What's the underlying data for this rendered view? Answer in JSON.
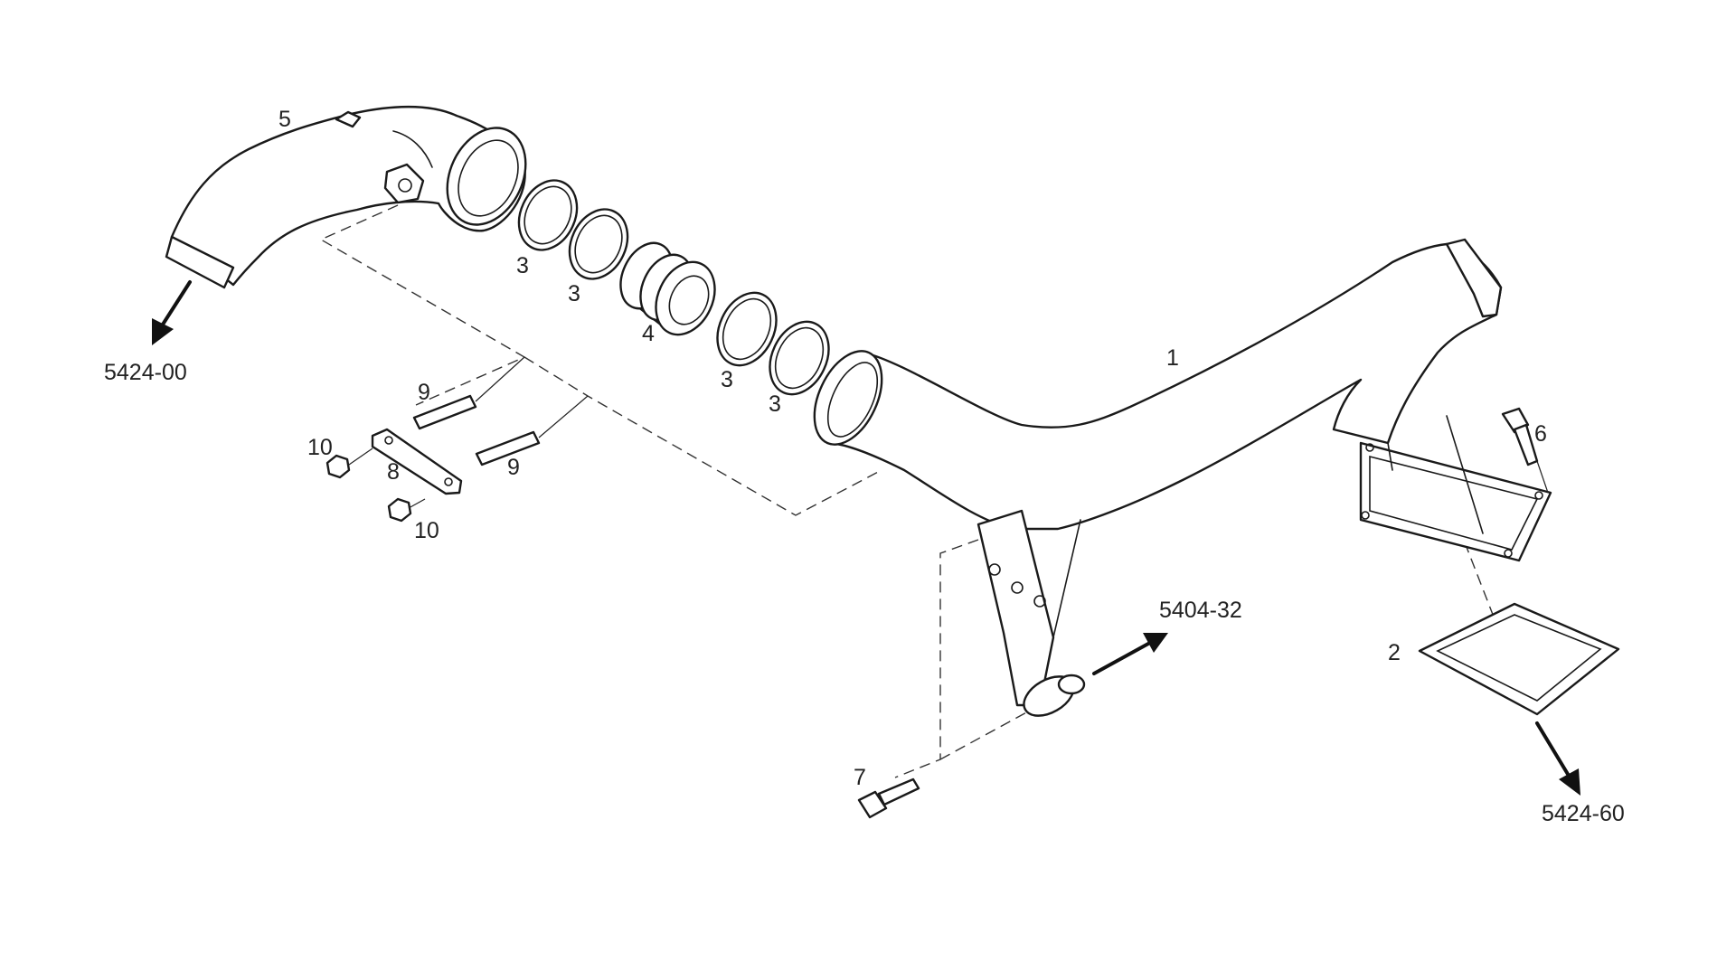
{
  "diagram": {
    "callouts": {
      "p1": "1",
      "p2": "2",
      "p3a": "3",
      "p3b": "3",
      "p3c": "3",
      "p3d": "3",
      "p4": "4",
      "p5": "5",
      "p6": "6",
      "p7": "7",
      "p8": "8",
      "p9a": "9",
      "p9b": "9",
      "p10a": "10",
      "p10b": "10"
    },
    "references": {
      "ref_5424_00": "5424-00",
      "ref_5404_32": "5404-32",
      "ref_5424_60": "5424-60"
    }
  }
}
